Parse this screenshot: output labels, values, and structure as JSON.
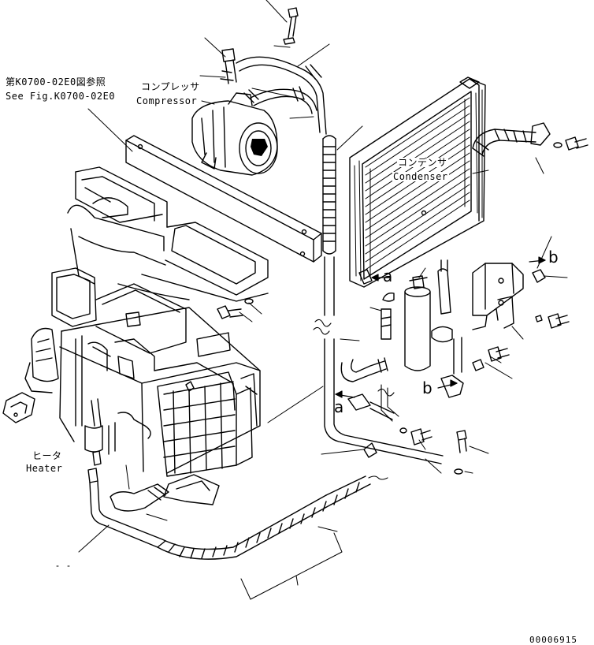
{
  "labels": {
    "ref_jp": "第K0700-02E0図参照",
    "ref_en": "See Fig.K0700-02E0",
    "compressor_jp": "コンプレッサ",
    "compressor_en": "Compressor",
    "condenser_jp": "コンデンサ",
    "condenser_en": "Condenser",
    "heater_jp": "ヒータ",
    "heater_en": "Heater",
    "letter_a_upper": "a",
    "letter_a_lower": "a",
    "letter_b_upper": "b",
    "letter_b_lower": "b",
    "drawing_number": "00006915"
  },
  "colors": {
    "ink": "#000000",
    "paper": "#ffffff"
  }
}
